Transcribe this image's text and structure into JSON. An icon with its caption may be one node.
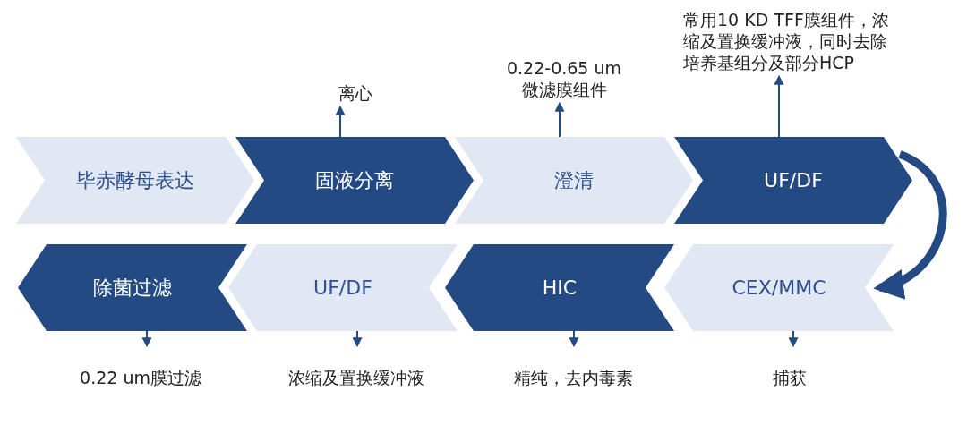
{
  "diagram": {
    "nodes": [
      {
        "text": [
          "离心"
        ]
      },
      {
        "text": [
          "0.22-0.65 um 微滤膜组件"
        ]
      },
      {
        "text": [
          "常用10 KD TFF膜组件，浓缩及置换缓冲液，同时去除培养基组分及部分HCP"
        ]
      },
      {
        "text": [
          "毕赤酵母表达"
        ]
      },
      {
        "text": [
          "固液分离"
        ]
      },
      {
        "text": [
          "澄清"
        ]
      },
      {
        "text": [
          "UF/DF"
        ]
      },
      {
        "text": [
          "除菌过滤"
        ]
      },
      {
        "text": [
          "UF/DF"
        ]
      },
      {
        "text": [
          "HIC"
        ]
      },
      {
        "text": [
          "CEX/MMC"
        ]
      },
      {
        "text": [
          "0.22 um膜过滤"
        ]
      },
      {
        "text": [
          "浓缩及置换缓冲液"
        ]
      },
      {
        "text": [
          "精纯，去内毒素"
        ]
      },
      {
        "text": [
          "捕获"
        ]
      }
    ],
    "edges": [
      {
        "from": 4,
        "to": 0,
        "arrow": "to"
      },
      {
        "from": 5,
        "to": 1,
        "arrow": "to"
      },
      {
        "from": 6,
        "to": 2,
        "arrow": "to"
      },
      {
        "from": 6,
        "to": 10,
        "arrow": "to",
        "style": "thick"
      },
      {
        "from": 7,
        "to": 11,
        "arrow": "to"
      },
      {
        "from": 8,
        "to": 12,
        "arrow": "to"
      },
      {
        "from": 9,
        "to": 13,
        "arrow": "to"
      },
      {
        "from": 10,
        "to": 14,
        "arrow": "to"
      }
    ]
  }
}
